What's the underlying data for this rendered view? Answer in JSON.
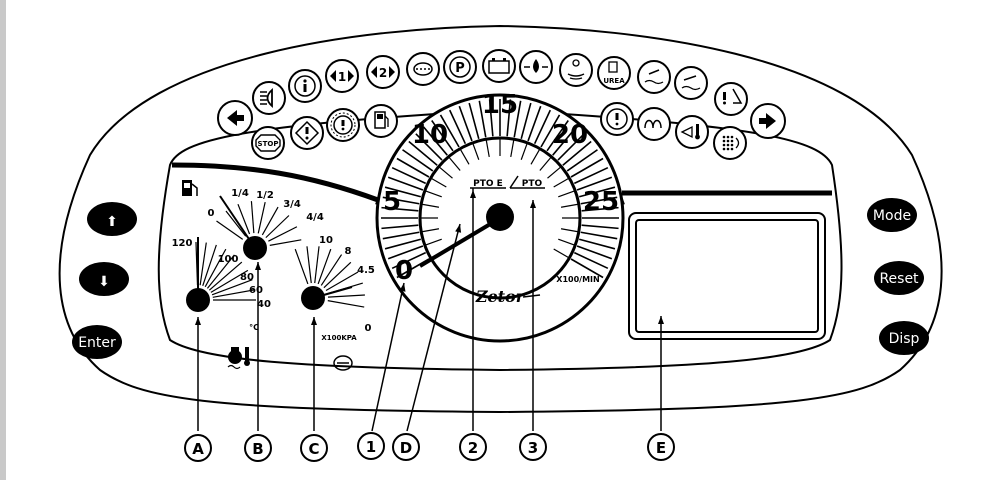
{
  "buttons": {
    "up_glyph": "⬆",
    "down_glyph": "⬇",
    "enter": "Enter",
    "mode": "Mode",
    "reset": "Reset",
    "disp": "Disp"
  },
  "fuel_gauge": {
    "marks": [
      "0",
      "1/4",
      "1/2",
      "3/4",
      "4/4"
    ]
  },
  "temp_gauge": {
    "marks": [
      "120",
      "100",
      "80",
      "60",
      "40"
    ],
    "unit": "°C"
  },
  "pressure_gauge": {
    "marks": [
      "10",
      "8",
      "4.5",
      "0"
    ],
    "unit": "X100KPA"
  },
  "tachometer": {
    "marks": [
      "0",
      "5",
      "10",
      "15",
      "20",
      "25"
    ],
    "pto_e": "PTO E",
    "pto": "PTO",
    "unit": "X100/MIN",
    "brand": "Zetor"
  },
  "indicators": {
    "stop": "STOP",
    "urea": "UREA",
    "turn1": "1",
    "turn2": "2"
  },
  "callouts": [
    "A",
    "B",
    "C",
    "1",
    "D",
    "2",
    "3",
    "E"
  ]
}
